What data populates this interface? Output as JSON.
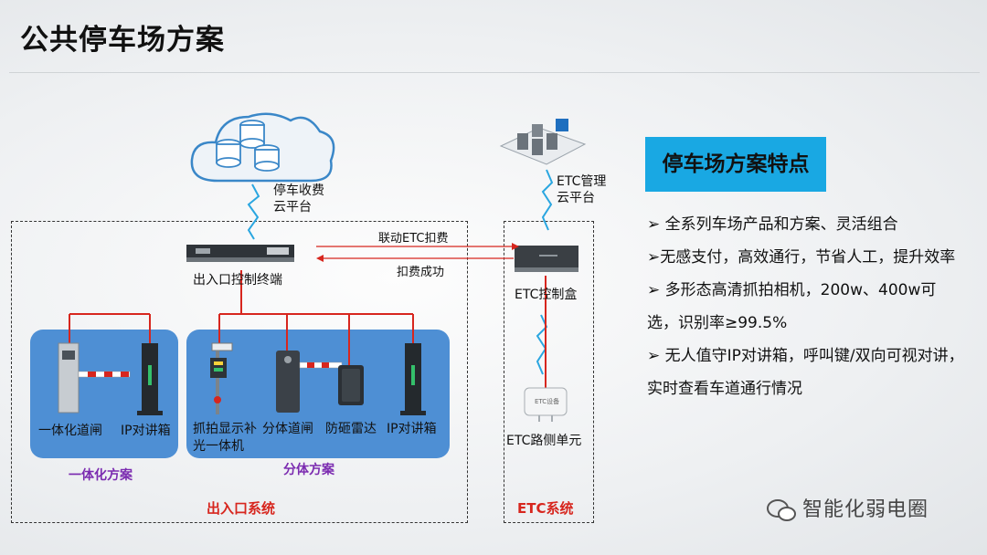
{
  "page": {
    "title": "公共停车场方案"
  },
  "diagram": {
    "cloud_label_1": "停车收费",
    "cloud_label_2": "云平台",
    "etc_cloud_label_1": "ETC管理",
    "etc_cloud_label_2": "云平台",
    "terminal_label": "出入口控制终端",
    "etc_box_label": "ETC控制盒",
    "link_top": "联动ETC扣费",
    "link_bottom": "扣费成功",
    "integrated": {
      "gate_label": "一体化道闸",
      "intercom_label": "IP对讲箱",
      "zone_label": "一体化方案"
    },
    "split": {
      "camera_label_1": "抓拍显示补",
      "camera_label_2": "光一体机",
      "gate_label": "分体道闸",
      "radar_label": "防砸雷达",
      "intercom_label": "IP对讲箱",
      "zone_label": "分体方案"
    },
    "roadside_label": "ETC路侧单元",
    "roadside_device_text": "ETC设备",
    "entrance_system_label": "出入口系统",
    "etc_system_label": "ETC系统"
  },
  "features": {
    "heading": "停车场方案特点",
    "items": [
      "➢ 全系列车场产品和方案、灵活组合",
      "➢无感支付，高效通行，节省人工，提升效率",
      "➢ 多形态高清抓拍相机，200w、400w可选，识别率≥99.5%",
      "➢ 无人值守IP对讲箱，呼叫键/双向可视对讲，实时查看车道通行情况"
    ]
  },
  "watermark": {
    "text": "智能化弱电圈"
  },
  "colors": {
    "accent": "#19a8e3",
    "zone": "#4e8fd4",
    "wire": "#d7261e",
    "signal": "#2aa6e0"
  }
}
